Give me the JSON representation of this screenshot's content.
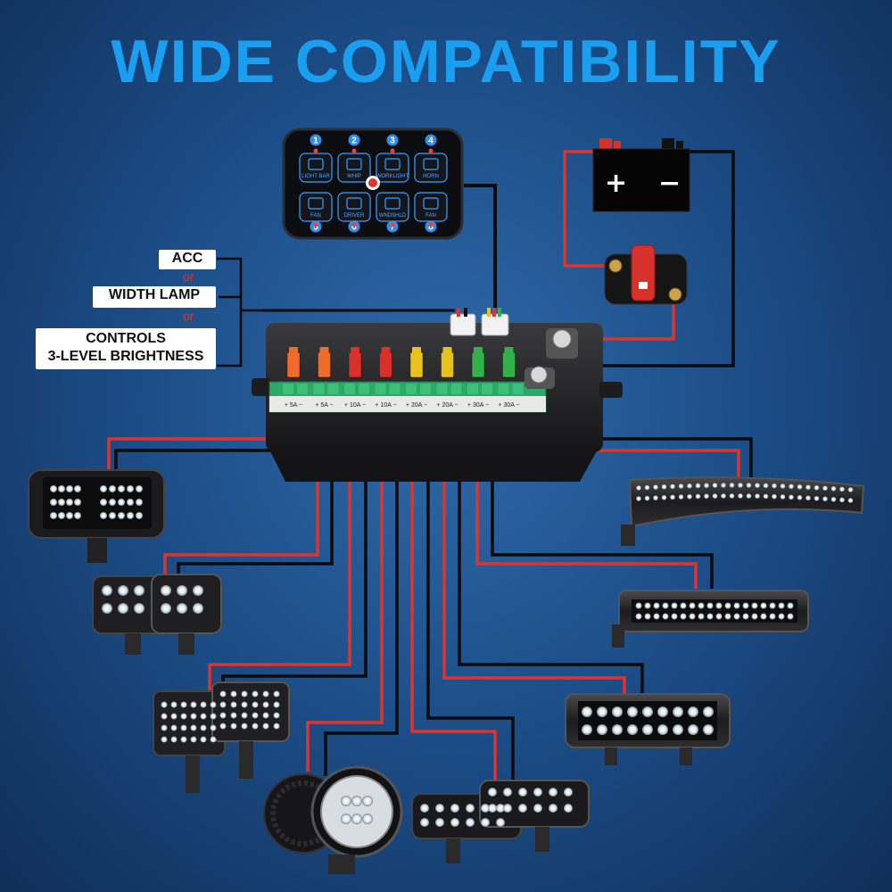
{
  "title": "WIDE COMPATIBILITY",
  "colors": {
    "title": "#1a9ff0",
    "red_wire": "#e0332b",
    "black_wire": "#0a0a0a",
    "switch_glow": "#3ba0ff",
    "button_number_bg": "#2f8fe8"
  },
  "labels": {
    "acc": "ACC",
    "or1": "or",
    "width_lamp": "WIDTH LAMP",
    "or2": "or",
    "controls_line1": "CONTROLS",
    "controls_line2": "3-LEVEL BRIGHTNESS"
  },
  "switch_panel": {
    "buttons": [
      {
        "number": "1",
        "label": "LIGHT BAR"
      },
      {
        "number": "2",
        "label": "WHIP"
      },
      {
        "number": "3",
        "label": "WORKLIGHT"
      },
      {
        "number": "4",
        "label": "HORN"
      },
      {
        "number": "5",
        "label": "FAN"
      },
      {
        "number": "6",
        "label": "DRIVER"
      },
      {
        "number": "7",
        "label": "WNDSHLD"
      },
      {
        "number": "8",
        "label": "FAN"
      }
    ]
  },
  "battery": {
    "plus": "+",
    "minus": "−"
  },
  "fuse_box": {
    "fuses": [
      {
        "color": "#f06a2a",
        "rating": "5A"
      },
      {
        "color": "#f06a2a",
        "rating": "5A"
      },
      {
        "color": "#d8302a",
        "rating": "10A"
      },
      {
        "color": "#d8302a",
        "rating": "10A"
      },
      {
        "color": "#e8c21c",
        "rating": "20A"
      },
      {
        "color": "#e8c21c",
        "rating": "20A"
      },
      {
        "color": "#33b04a",
        "rating": "30A"
      },
      {
        "color": "#33b04a",
        "rating": "30A"
      }
    ]
  },
  "lights": [
    {
      "name": "cube-light-combo"
    },
    {
      "name": "dual-pod-lights"
    },
    {
      "name": "square-flood-pods"
    },
    {
      "name": "round-driving-lights"
    },
    {
      "name": "small-light-bars"
    },
    {
      "name": "long-curved-light-bar"
    },
    {
      "name": "medium-light-bar"
    },
    {
      "name": "short-double-row-bar"
    }
  ]
}
